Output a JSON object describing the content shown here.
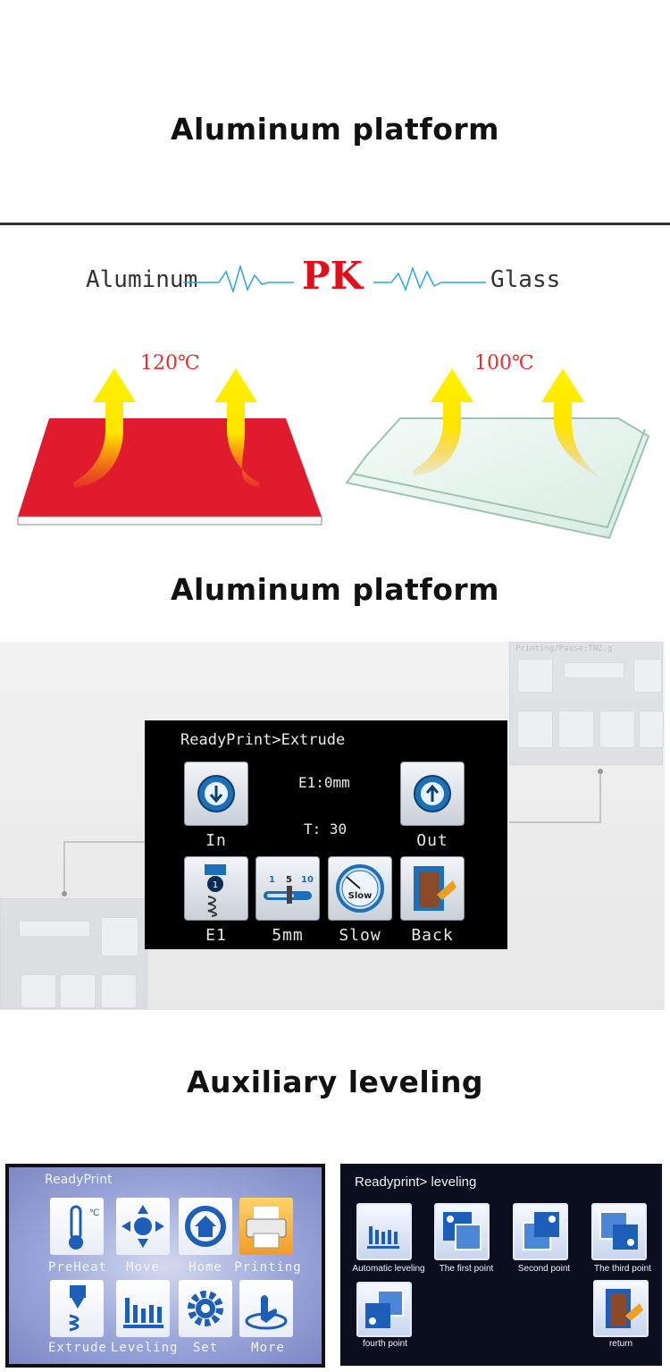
{
  "section1": {
    "heading": "Aluminum platform"
  },
  "comparison": {
    "left_word": "Aluminum",
    "vs_word": "PK",
    "right_word": "Glass",
    "left_temp": "120℃",
    "right_temp": "100℃",
    "colors": {
      "aluminum_plate": "#e01b2e",
      "glass_plate": "#e8f4ef",
      "heat_arrow": "#ffea00",
      "wave_line": "#2aa7d8"
    }
  },
  "section2": {
    "heading": "Aluminum platform"
  },
  "extrude_screen": {
    "title": "ReadyPrint>Extrude",
    "e1_value": "E1:0mm",
    "temp_value": "T: 30",
    "buttons": [
      {
        "label": "In",
        "icon": "extrude-in-icon"
      },
      {
        "label": "Out",
        "icon": "extrude-out-icon"
      },
      {
        "label": "E1",
        "icon": "extruder-nozzle-icon"
      },
      {
        "label": "5mm",
        "icon": "step-slider-icon",
        "scale": [
          "1",
          "5",
          "10"
        ]
      },
      {
        "label": "Slow",
        "icon": "speed-gauge-icon",
        "gauge_text": "Slow"
      },
      {
        "label": "Back",
        "icon": "exit-door-icon"
      }
    ],
    "ghost_screen_title": "Printing/Pause:TNZ.g"
  },
  "section3": {
    "heading": "Auxiliary leveling"
  },
  "main_menu": {
    "title": "ReadyPrint",
    "items": [
      {
        "label": "PreHeat",
        "icon": "thermometer-icon"
      },
      {
        "label": "Move",
        "icon": "move-arrows-icon"
      },
      {
        "label": "Home",
        "icon": "home-icon"
      },
      {
        "label": "Printing",
        "icon": "printer-icon"
      },
      {
        "label": "Extrude",
        "icon": "extruder-icon"
      },
      {
        "label": "Leveling",
        "icon": "leveling-bars-icon"
      },
      {
        "label": "Set",
        "icon": "gear-icon"
      },
      {
        "label": "More",
        "icon": "more-hand-icon"
      }
    ]
  },
  "leveling_menu": {
    "title": "Readyprint> leveling",
    "items": [
      {
        "label": "Automatic leveling",
        "icon": "leveling-bars-icon"
      },
      {
        "label": "The first point",
        "icon": "first-point-icon"
      },
      {
        "label": "Second point",
        "icon": "second-point-icon"
      },
      {
        "label": "The third point",
        "icon": "third-point-icon"
      },
      {
        "label": "fourth point",
        "icon": "fourth-point-icon"
      },
      {
        "label": "return",
        "icon": "return-door-icon"
      }
    ]
  }
}
